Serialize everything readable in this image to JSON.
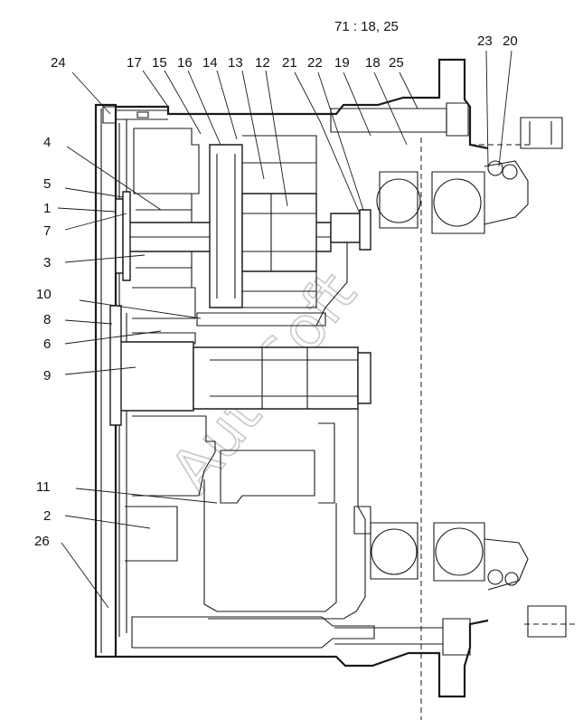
{
  "reference": "71 : 18, 25",
  "watermark": "AutoSoft",
  "callouts": [
    {
      "id": "c24",
      "text": "24"
    },
    {
      "id": "c17",
      "text": "17"
    },
    {
      "id": "c15",
      "text": "15"
    },
    {
      "id": "c16",
      "text": "16"
    },
    {
      "id": "c14",
      "text": "14"
    },
    {
      "id": "c13",
      "text": "13"
    },
    {
      "id": "c12",
      "text": "12"
    },
    {
      "id": "c21",
      "text": "21"
    },
    {
      "id": "c22",
      "text": "22"
    },
    {
      "id": "c19",
      "text": "19"
    },
    {
      "id": "c18",
      "text": "18"
    },
    {
      "id": "c25",
      "text": "25"
    },
    {
      "id": "c23",
      "text": "23"
    },
    {
      "id": "c20",
      "text": "20"
    },
    {
      "id": "c4",
      "text": "4"
    },
    {
      "id": "c5",
      "text": "5"
    },
    {
      "id": "c1",
      "text": "1"
    },
    {
      "id": "c7",
      "text": "7"
    },
    {
      "id": "c3",
      "text": "3"
    },
    {
      "id": "c10",
      "text": "10"
    },
    {
      "id": "c8",
      "text": "8"
    },
    {
      "id": "c6",
      "text": "6"
    },
    {
      "id": "c9",
      "text": "9"
    },
    {
      "id": "c11",
      "text": "11"
    },
    {
      "id": "c2",
      "text": "2"
    },
    {
      "id": "c26",
      "text": "26"
    }
  ]
}
